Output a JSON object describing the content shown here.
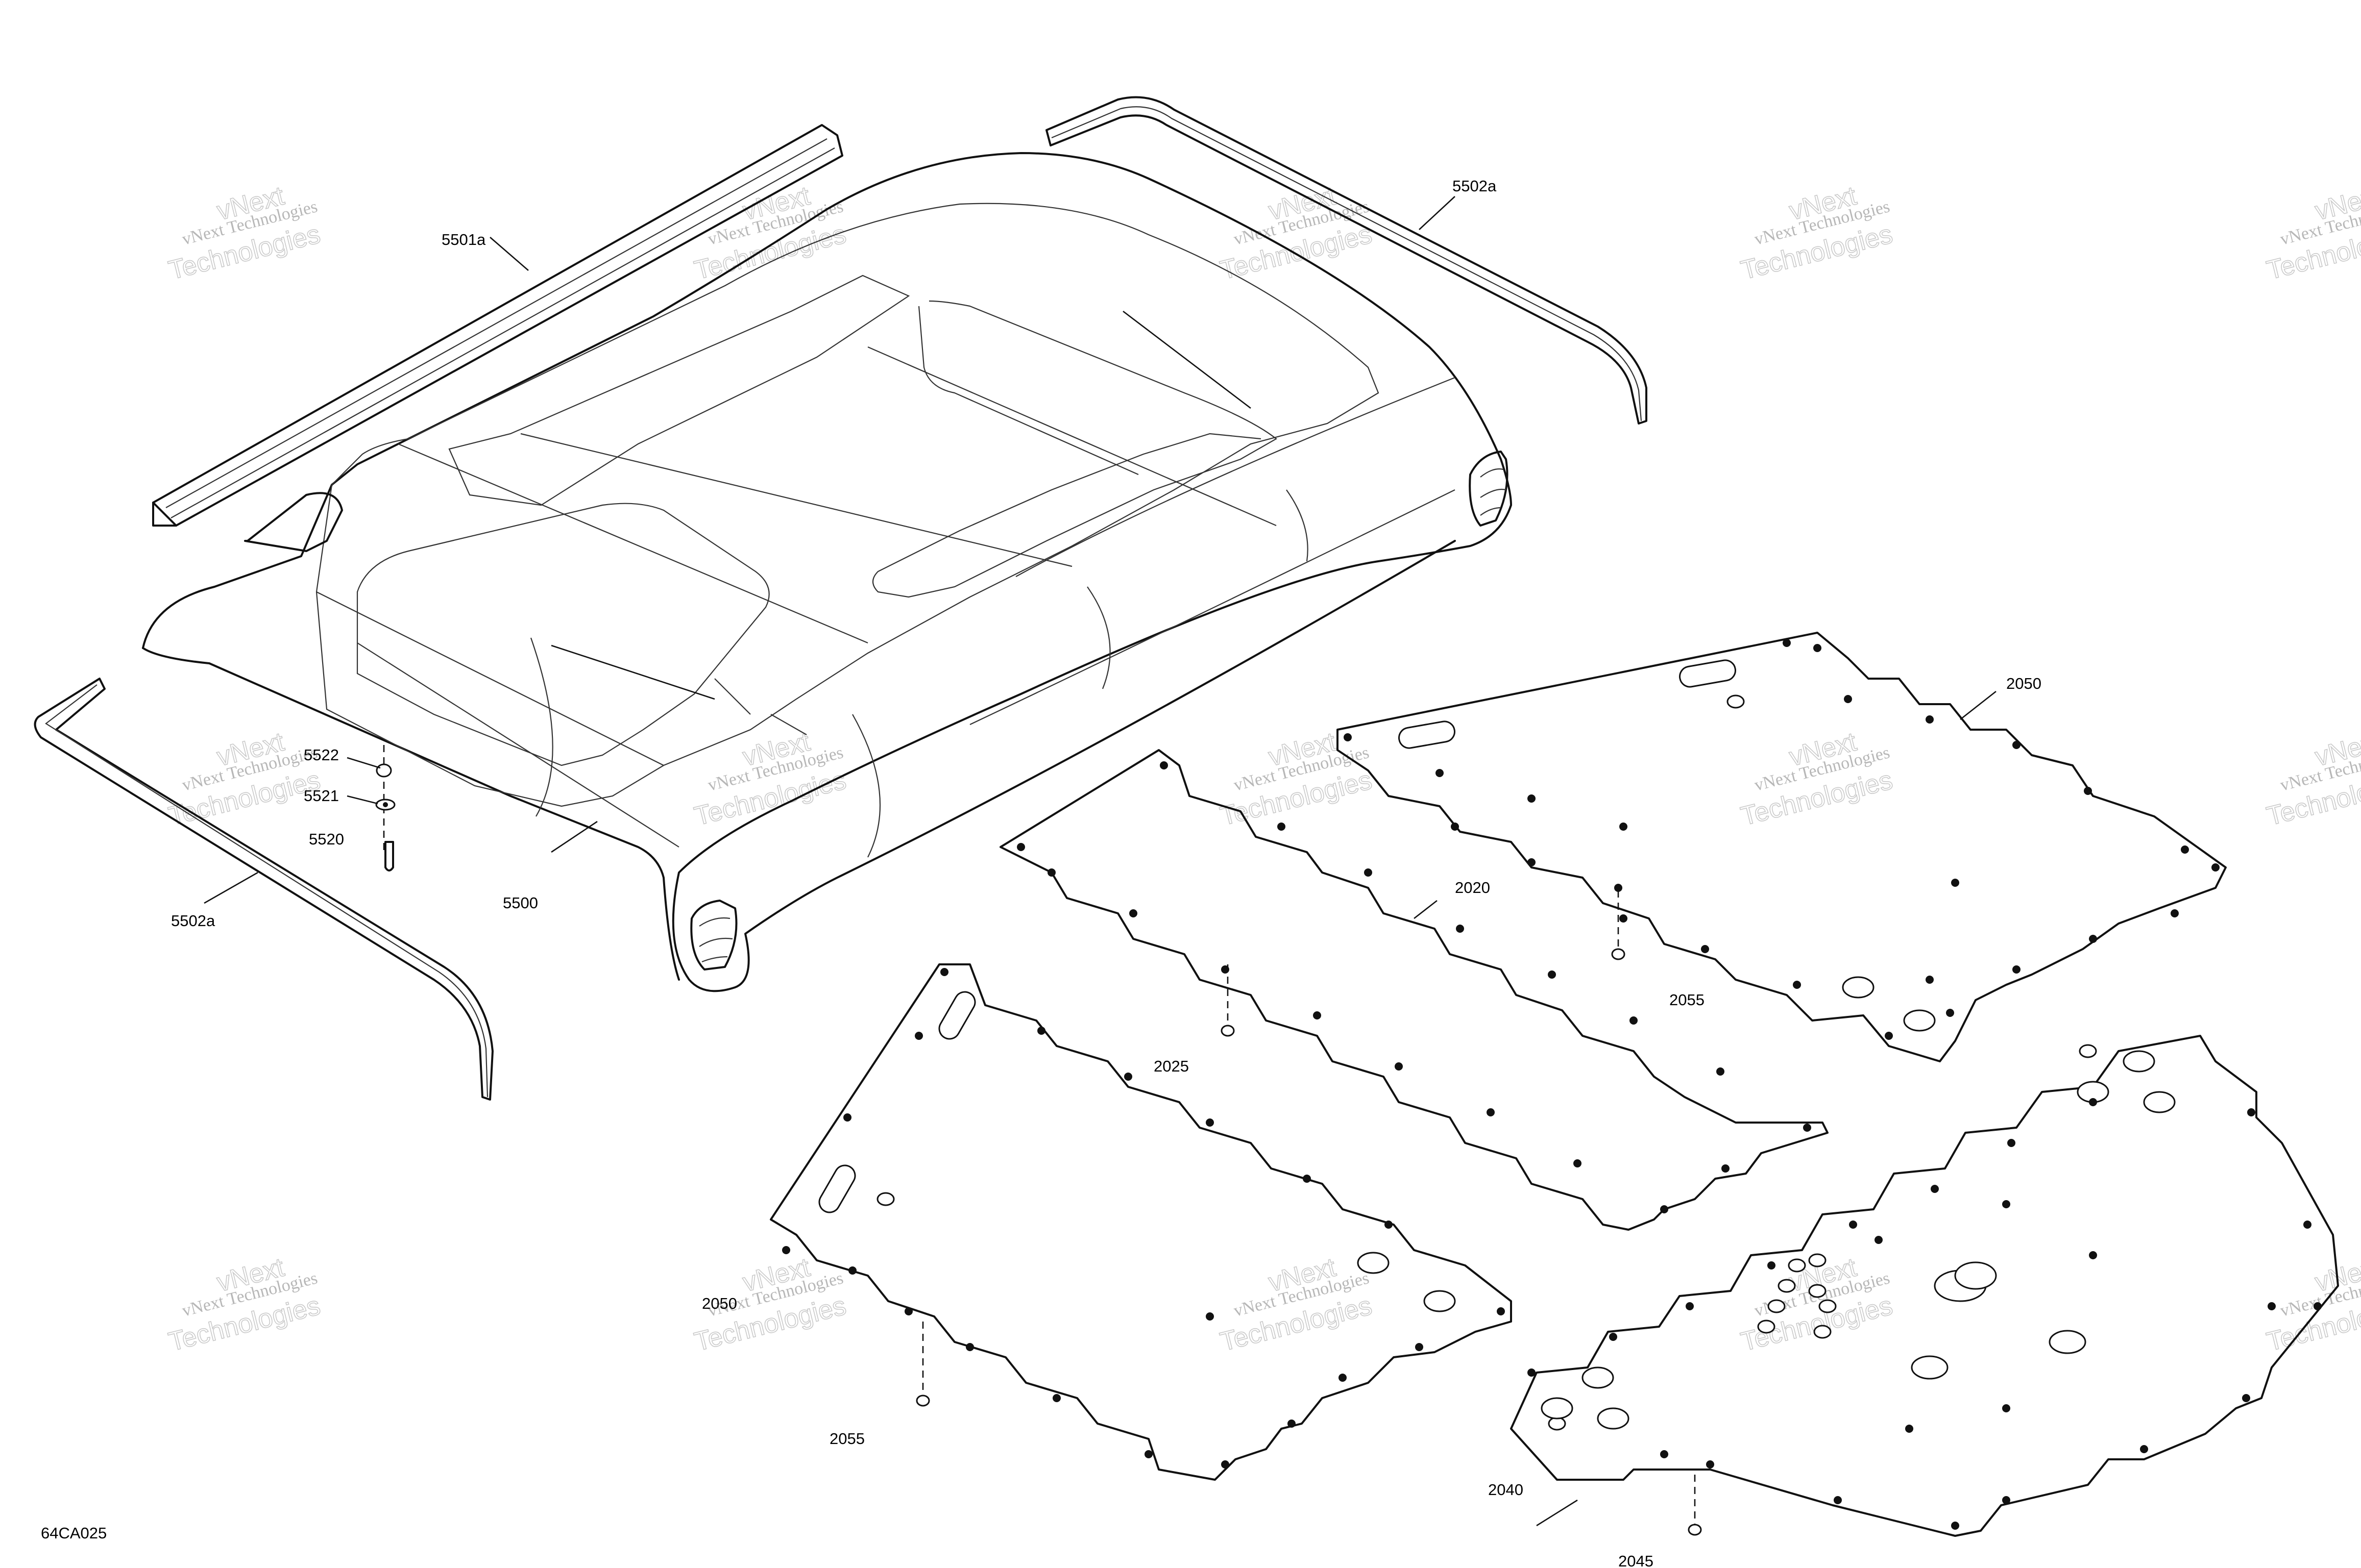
{
  "drawing_code": "64CA025",
  "watermark": {
    "line1": "vNext Technologies",
    "line2": "vNext",
    "line3": "Technologies"
  },
  "callouts": {
    "c5501a": "5501a",
    "c5502a_top": "5502a",
    "c5502a_left": "5502a",
    "c5500": "5500",
    "c5522": "5522",
    "c5521": "5521",
    "c5520": "5520",
    "c2050_right": "2050",
    "c2050_left": "2050",
    "c2020": "2020",
    "c2025": "2025",
    "c2055_right": "2055",
    "c2055_left": "2055",
    "c2040": "2040",
    "c2045": "2045"
  }
}
